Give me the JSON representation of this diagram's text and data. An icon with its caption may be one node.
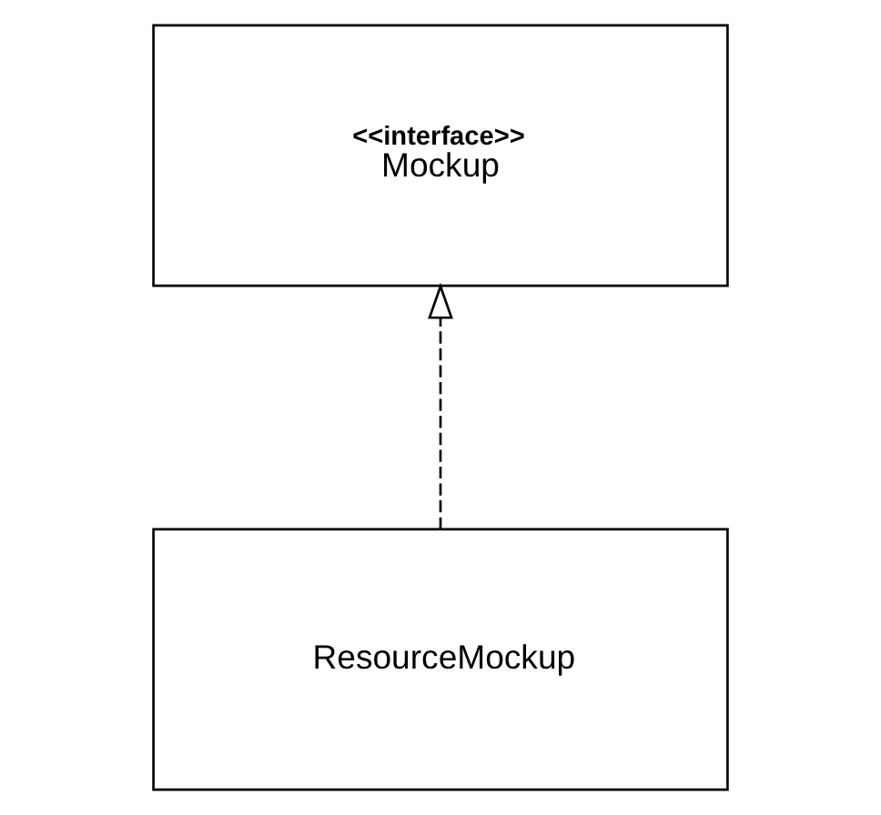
{
  "diagram": {
    "nodes": [
      {
        "text": [
          "<<interface>>",
          "Mockup"
        ]
      },
      {
        "text": [
          "ResourceMockup"
        ]
      }
    ],
    "edges": [
      {
        "from": 1,
        "to": 0,
        "arrow": "to",
        "style": "dashed"
      }
    ]
  }
}
